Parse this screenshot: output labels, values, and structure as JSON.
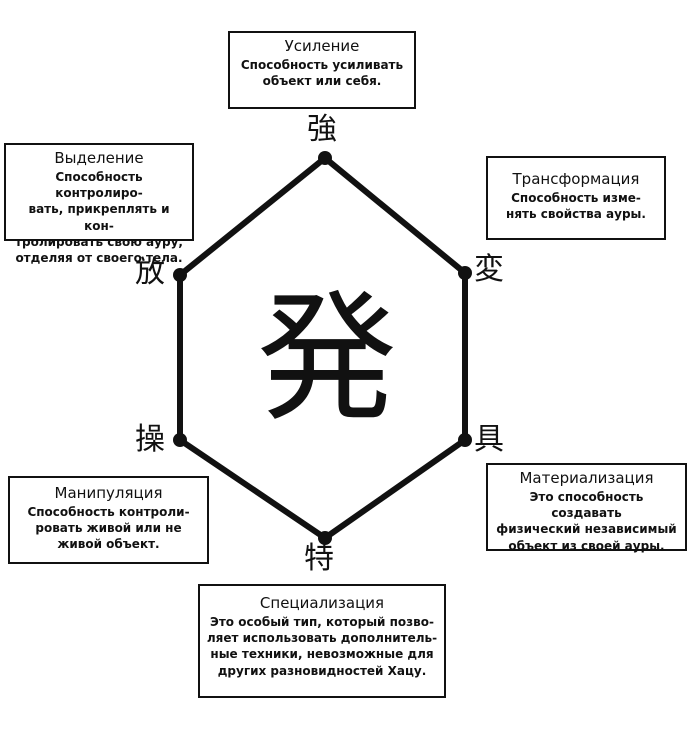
{
  "center": {
    "kanji": "発"
  },
  "nodes": [
    {
      "id": "enhancement",
      "kanji": "強",
      "title": "Усиление",
      "desc": "Способность усиливать\nобъект или себя."
    },
    {
      "id": "transformation",
      "kanji": "変",
      "title": "Трансформация",
      "desc": "Способность изме-\nнять свойства ауры."
    },
    {
      "id": "materialization",
      "kanji": "具",
      "title": "Материализация",
      "desc": "Это способность создавать\nфизический независимый\nобъект из своей ауры."
    },
    {
      "id": "specialization",
      "kanji": "特",
      "title": "Специализация",
      "desc": "Это особый тип, который позво-\nляет использовать дополнитель-\nные техники, невозможные для\nдругих разновидностей Хацу."
    },
    {
      "id": "manipulation",
      "kanji": "操",
      "title": "Манипуляция",
      "desc": "Способность контроли-\nровать живой или не\nживой объект."
    },
    {
      "id": "emission",
      "kanji": "放",
      "title": "Выделение",
      "desc": "Способность контролиро-\nвать, прикреплять и кон-\nтролировать свою ауру,\nотделяя от своего тела."
    }
  ],
  "colors": {
    "line": "#111111",
    "background": "#ffffff"
  }
}
